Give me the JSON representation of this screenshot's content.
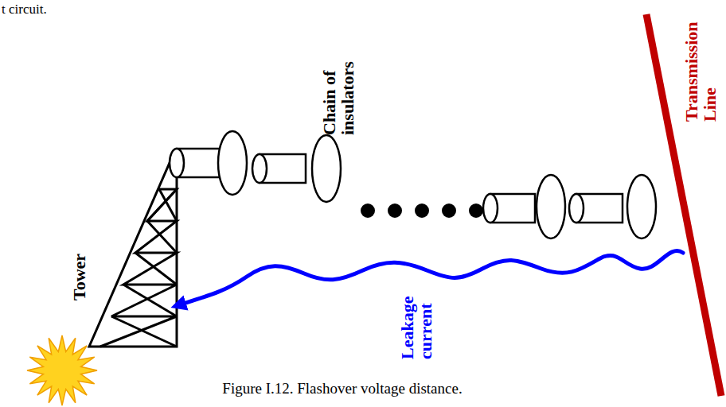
{
  "diagram": {
    "caption": "Figure I.12. Flashover voltage distance.",
    "labels": [
      "t circuit.",
      "Chain of insulators",
      "Transmission Line",
      "Tower",
      "Leakage current"
    ]
  }
}
